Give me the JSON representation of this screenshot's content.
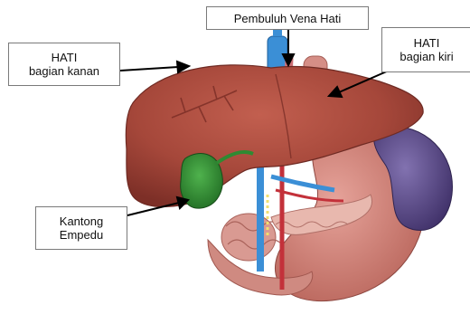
{
  "labels": {
    "vena": {
      "text": "Pembuluh Vena Hati"
    },
    "kanan": {
      "line1": "HATI",
      "line2": "bagian kanan"
    },
    "kiri": {
      "line1": "HATI",
      "line2": "bagian kiri"
    },
    "empedu": {
      "line1": "Kantong",
      "line2": "Empedu"
    }
  },
  "colors": {
    "liver": "#a5473a",
    "gallbladder": "#2f8a32",
    "spleen": "#5b4b8d",
    "vein": "#3b8fd6",
    "artery": "#c3313a",
    "stomach": "#c9786e",
    "intestine": "#d99a92"
  }
}
